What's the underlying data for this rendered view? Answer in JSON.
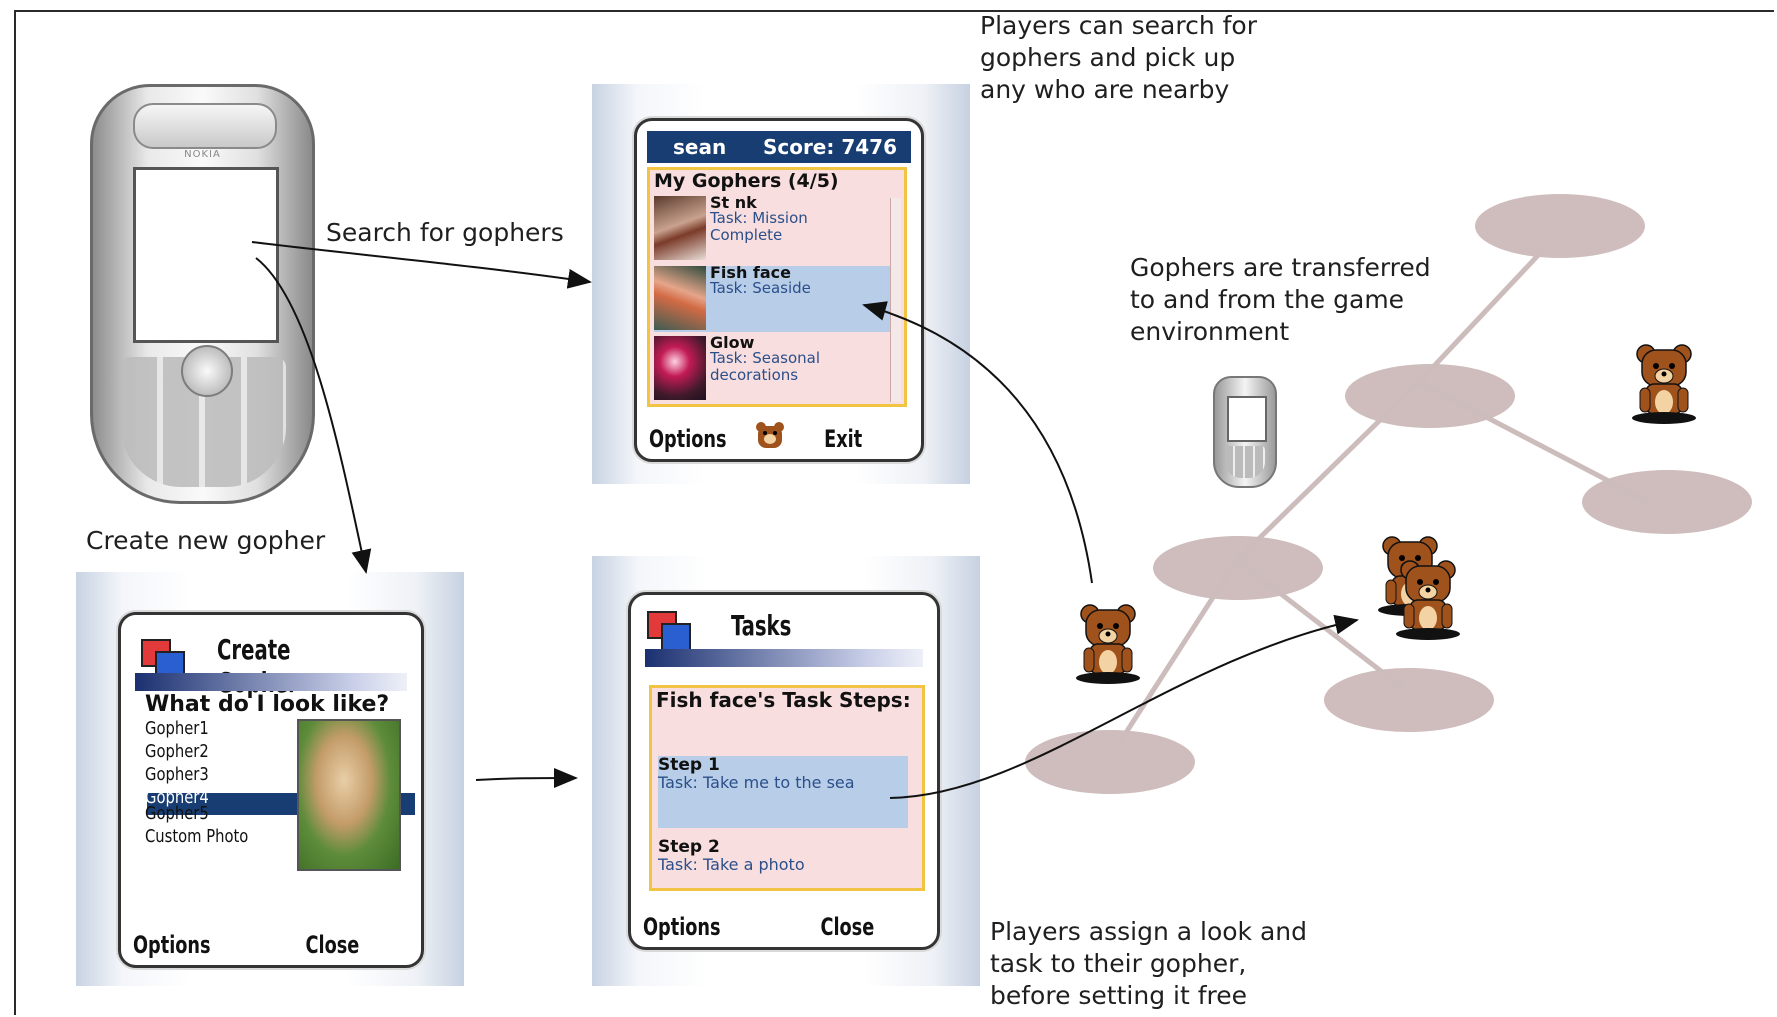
{
  "captions": {
    "search_info": "Players can search for\ngophers and pick up\nany who are nearby",
    "transfer_info": "Gophers are transferred\nto and from the game\nenvironment",
    "assign_info": "Players assign a look and\ntask to their gopher,\nbefore setting it free"
  },
  "arrow_labels": {
    "search": "Search for gophers",
    "create": "Create new gopher"
  },
  "phone": {
    "brand": "NOKIA"
  },
  "gopher_list": {
    "user": "sean",
    "score": "Score: 7476",
    "header": "My Gophers (4/5)",
    "items": [
      {
        "name": "St nk",
        "task": "Task: Mission Complete",
        "selected": false
      },
      {
        "name": "Fish face",
        "task": "Task: Seaside",
        "selected": true
      },
      {
        "name": "Glow",
        "task": "Task: Seasonal decorations",
        "selected": false
      }
    ],
    "softkey_left": "Options",
    "softkey_right": "Exit"
  },
  "create_gopher": {
    "title": "Create Gopher",
    "question": "What do I look like?",
    "options": [
      "Gopher1",
      "Gopher2",
      "Gopher3",
      "Gopher4",
      "Gopher5",
      "Custom Photo"
    ],
    "selected_index": 3,
    "softkey_left": "Options",
    "softkey_right": "Close"
  },
  "tasks": {
    "title": "Tasks",
    "header": "Fish face's Task Steps:",
    "steps": [
      {
        "step": "Step 1",
        "task": "Task: Take me to the sea",
        "selected": true
      },
      {
        "step": "Step 2",
        "task": "Task: Take a photo",
        "selected": false
      }
    ],
    "softkey_left": "Options",
    "softkey_right": "Close"
  },
  "colors": {
    "navy": "#173d72",
    "list_bg": "#f8dede",
    "list_border": "#f2c443",
    "selection": "#b7cde8",
    "node": "#cfbcbc",
    "edge": "#cdbcbc",
    "gopher_fur": "#a0521d"
  }
}
